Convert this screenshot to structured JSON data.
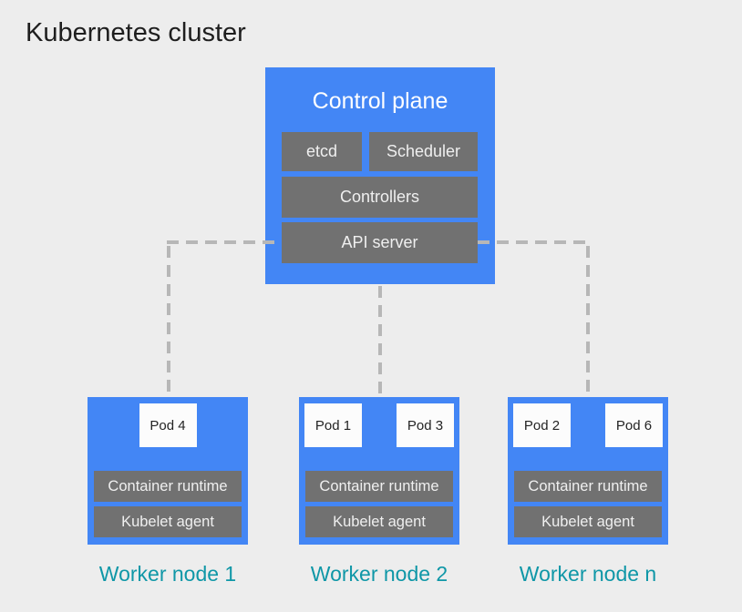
{
  "title": "Kubernetes cluster",
  "colors": {
    "bg": "#ededed",
    "blue": "#4386f5",
    "gray": "#717171",
    "dash": "#b7b7b7",
    "teal": "#0f97a7",
    "ink": "#1e1e1e",
    "light": "#efefef",
    "podbg": "#fcfcfc",
    "podink": "#242424"
  },
  "control_plane": {
    "title": "Control plane",
    "components": [
      {
        "id": "etcd",
        "label": "etcd"
      },
      {
        "id": "scheduler",
        "label": "Scheduler"
      },
      {
        "id": "controllers",
        "label": "Controllers"
      },
      {
        "id": "api-server",
        "label": "API server"
      }
    ]
  },
  "worker_nodes": [
    {
      "label": "Worker node 1",
      "pods": [
        "Pod 4"
      ],
      "components": [
        "Container runtime",
        "Kubelet agent"
      ]
    },
    {
      "label": "Worker node 2",
      "pods": [
        "Pod 1",
        "Pod 3"
      ],
      "components": [
        "Container runtime",
        "Kubelet agent"
      ]
    },
    {
      "label": "Worker node n",
      "pods": [
        "Pod 2",
        "Pod 6"
      ],
      "components": [
        "Container runtime",
        "Kubelet agent"
      ]
    }
  ]
}
